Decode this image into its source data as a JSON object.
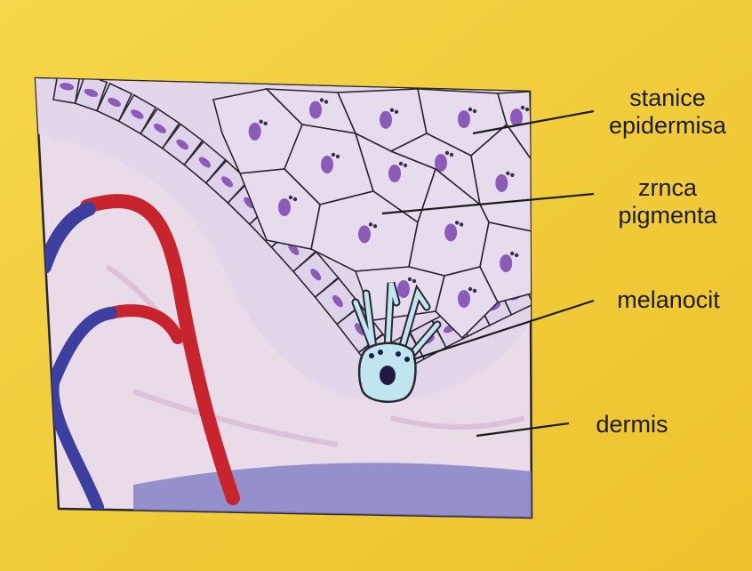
{
  "labels": {
    "epidermis_cells": {
      "line1": "stanice",
      "line2": "epidermisa"
    },
    "pigment_granules": {
      "line1": "zrnca",
      "line2": "pigmenta"
    },
    "melanocyte": "melanocit",
    "dermis": "dermis"
  },
  "colors": {
    "background": "#f3cf3c",
    "tissue": "#e9dbe8",
    "nucleus": "#8a5cb8",
    "melanocyte": "#bfe6f0",
    "artery": "#c8242e",
    "vein": "#3c3f9e",
    "outline": "#2a2630"
  }
}
